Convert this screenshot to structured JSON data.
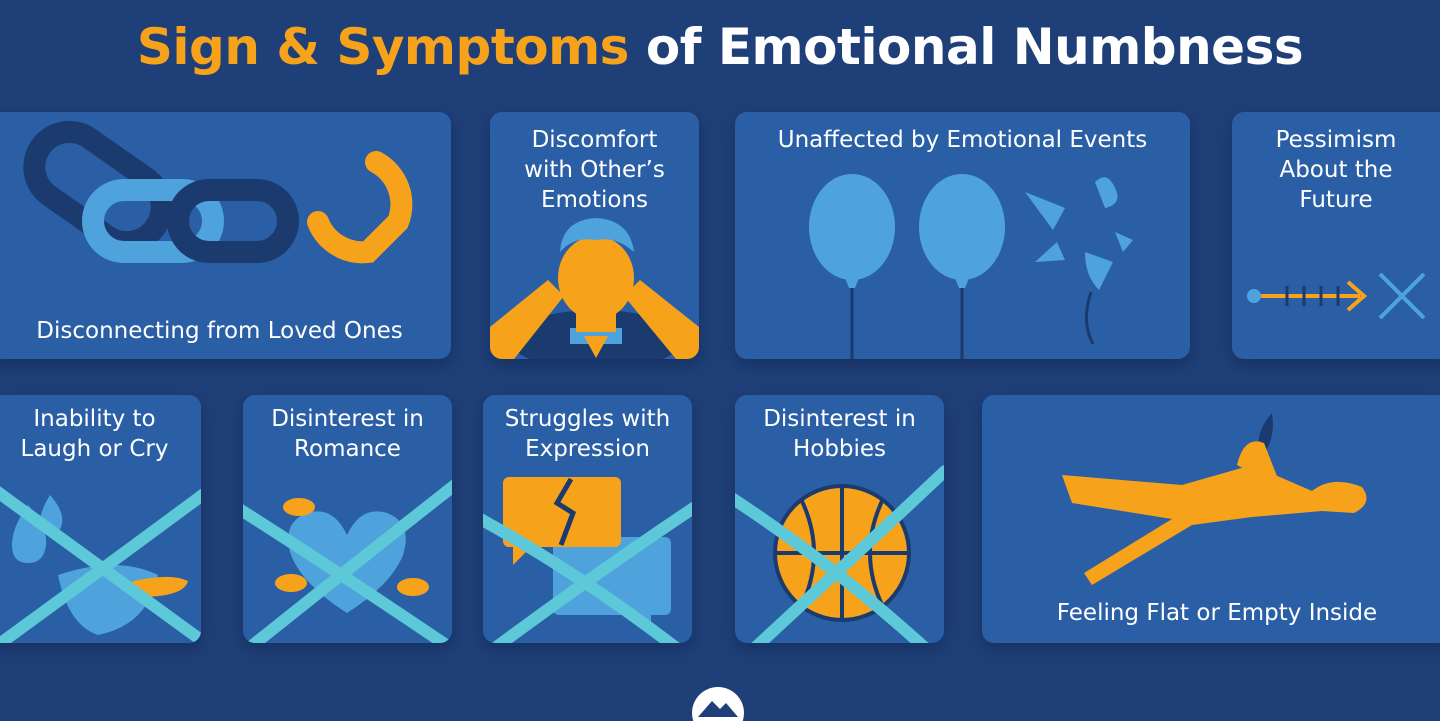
{
  "title": {
    "accent": "Sign & Symptoms",
    "rest": "of Emotional Numbness"
  },
  "colors": {
    "background": "#1f3f78",
    "card": "#2a5fa6",
    "orange": "#f7a21b",
    "light_blue": "#4fa3dd",
    "dark_navy": "#1b3a6e",
    "cross": "#5cc8d8"
  },
  "cards": [
    {
      "label": "Disconnecting from Loved Ones",
      "icon": "broken-chain-icon"
    },
    {
      "label": "Discomfort\nwith Other’s\nEmotions",
      "icon": "covering-ears-icon"
    },
    {
      "label": "Unaffected by Emotional Events",
      "icon": "balloons-icon"
    },
    {
      "label": "Pessimism\nAbout the\nFuture",
      "icon": "dead-end-arrow-icon"
    },
    {
      "label": "Inability to\nLaugh or Cry",
      "icon": "crossed-tears-icon"
    },
    {
      "label": "Disinterest in\nRomance",
      "icon": "crossed-heart-icon"
    },
    {
      "label": "Struggles with\nExpression",
      "icon": "crossed-speech-bubble-icon"
    },
    {
      "label": "Disinterest in\nHobbies",
      "icon": "crossed-basketball-icon"
    },
    {
      "label": "Feeling Flat or Empty Inside",
      "icon": "deflated-figure-icon"
    }
  ],
  "logo_icon": "mountain-logo-icon"
}
